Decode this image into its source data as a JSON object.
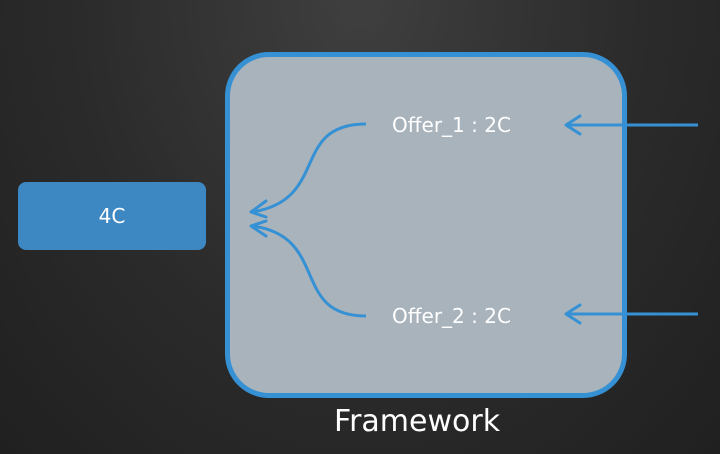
{
  "diagram": {
    "source_box": {
      "label": "4C"
    },
    "framework": {
      "label": "Framework"
    },
    "offers": [
      {
        "label": "Offer_1 : 2C"
      },
      {
        "label": "Offer_2 : 2C"
      }
    ]
  },
  "colors": {
    "background": "#2b2b2b",
    "accent_blue": "#3591d4",
    "box_fill": "#3d87c3",
    "framework_fill": "#a9b3bc",
    "text": "#ffffff"
  }
}
